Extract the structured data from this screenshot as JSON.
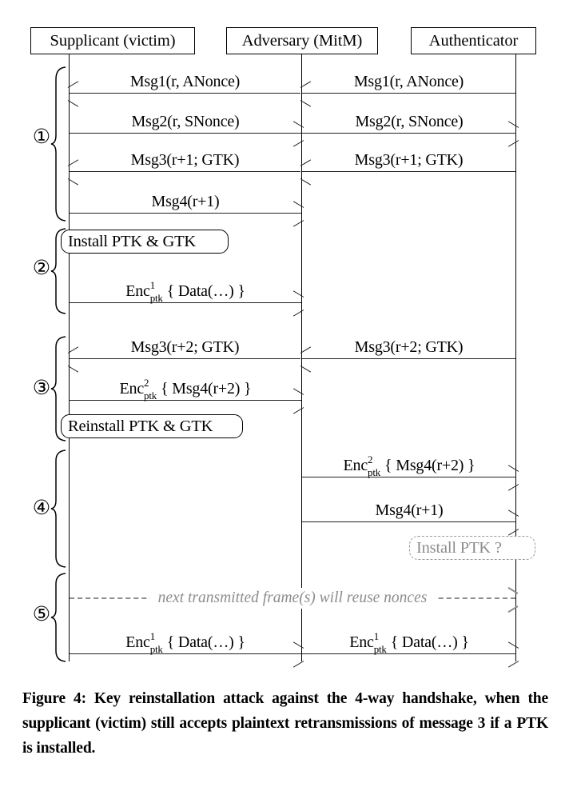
{
  "figure": {
    "type": "sequence-diagram",
    "actors": [
      {
        "id": "supplicant",
        "label": "Supplicant (victim)"
      },
      {
        "id": "adversary",
        "label": "Adversary (MitM)"
      },
      {
        "id": "authenticator",
        "label": "Authenticator"
      }
    ],
    "steps": [
      {
        "num": "①"
      },
      {
        "num": "②"
      },
      {
        "num": "③"
      },
      {
        "num": "④"
      },
      {
        "num": "⑤"
      }
    ],
    "messages": [
      {
        "id": "m1-left",
        "text": "Msg1(r, ANonce)",
        "from": "adversary",
        "to": "supplicant",
        "direction": "left"
      },
      {
        "id": "m1-right",
        "text": "Msg1(r, ANonce)",
        "from": "authenticator",
        "to": "adversary",
        "direction": "left"
      },
      {
        "id": "m2-left",
        "text": "Msg2(r, SNonce)",
        "from": "supplicant",
        "to": "adversary",
        "direction": "right"
      },
      {
        "id": "m2-right",
        "text": "Msg2(r, SNonce)",
        "from": "adversary",
        "to": "authenticator",
        "direction": "right"
      },
      {
        "id": "m3-left",
        "text": "Msg3(r+1; GTK)",
        "from": "adversary",
        "to": "supplicant",
        "direction": "left"
      },
      {
        "id": "m3-right",
        "text": "Msg3(r+1; GTK)",
        "from": "authenticator",
        "to": "adversary",
        "direction": "left"
      },
      {
        "id": "m4-left",
        "text": "Msg4(r+1)",
        "from": "supplicant",
        "to": "adversary",
        "direction": "right"
      },
      {
        "id": "enc1-data-left",
        "enc": {
          "base": "Enc",
          "sup": "1",
          "sub": "ptk",
          "body": "{ Data(…) }"
        },
        "from": "supplicant",
        "to": "adversary",
        "direction": "right"
      },
      {
        "id": "m3r2-left",
        "text": "Msg3(r+2; GTK)",
        "from": "adversary",
        "to": "supplicant",
        "direction": "left"
      },
      {
        "id": "m3r2-right",
        "text": "Msg3(r+2; GTK)",
        "from": "authenticator",
        "to": "adversary",
        "direction": "left"
      },
      {
        "id": "enc2-msg4-left",
        "enc": {
          "base": "Enc",
          "sup": "2",
          "sub": "ptk",
          "body": "{ Msg4(r+2) }"
        },
        "from": "supplicant",
        "to": "adversary",
        "direction": "right"
      },
      {
        "id": "enc2-msg4-right",
        "enc": {
          "base": "Enc",
          "sup": "2",
          "sub": "ptk",
          "body": "{ Msg4(r+2) }"
        },
        "from": "adversary",
        "to": "authenticator",
        "direction": "right"
      },
      {
        "id": "m4r1-right",
        "text": "Msg4(r+1)",
        "from": "adversary",
        "to": "authenticator",
        "direction": "right"
      },
      {
        "id": "enc1-data-left-b",
        "enc": {
          "base": "Enc",
          "sup": "1",
          "sub": "ptk",
          "body": "{ Data(…) }"
        },
        "from": "supplicant",
        "to": "adversary",
        "direction": "right"
      },
      {
        "id": "enc1-data-right-b",
        "enc": {
          "base": "Enc",
          "sup": "1",
          "sub": "ptk",
          "body": "{ Data(…) }"
        },
        "from": "adversary",
        "to": "authenticator",
        "direction": "right"
      }
    ],
    "notes": [
      {
        "id": "install-ptk-gtk",
        "text": "Install PTK & GTK",
        "actor": "supplicant",
        "style": "solid"
      },
      {
        "id": "reinstall-ptk-gtk",
        "text": "Reinstall PTK & GTK",
        "actor": "supplicant",
        "style": "solid"
      },
      {
        "id": "install-ptk-q",
        "text": "Install PTK ?",
        "actor": "authenticator",
        "style": "ghost"
      }
    ],
    "annotation": {
      "id": "reuse-nonces",
      "text": "next transmitted frame(s) will reuse nonces",
      "style": "dashed-arrow-grey"
    }
  },
  "caption": {
    "text": "Figure 4: Key reinstallation attack against the 4-way handshake, when the supplicant (victim) still accepts plaintext retransmissions of message 3 if a PTK is installed."
  },
  "colors": {
    "ink": "#000000",
    "line": "#222222",
    "ghost": "#8d8d8d",
    "background": "#ffffff"
  }
}
